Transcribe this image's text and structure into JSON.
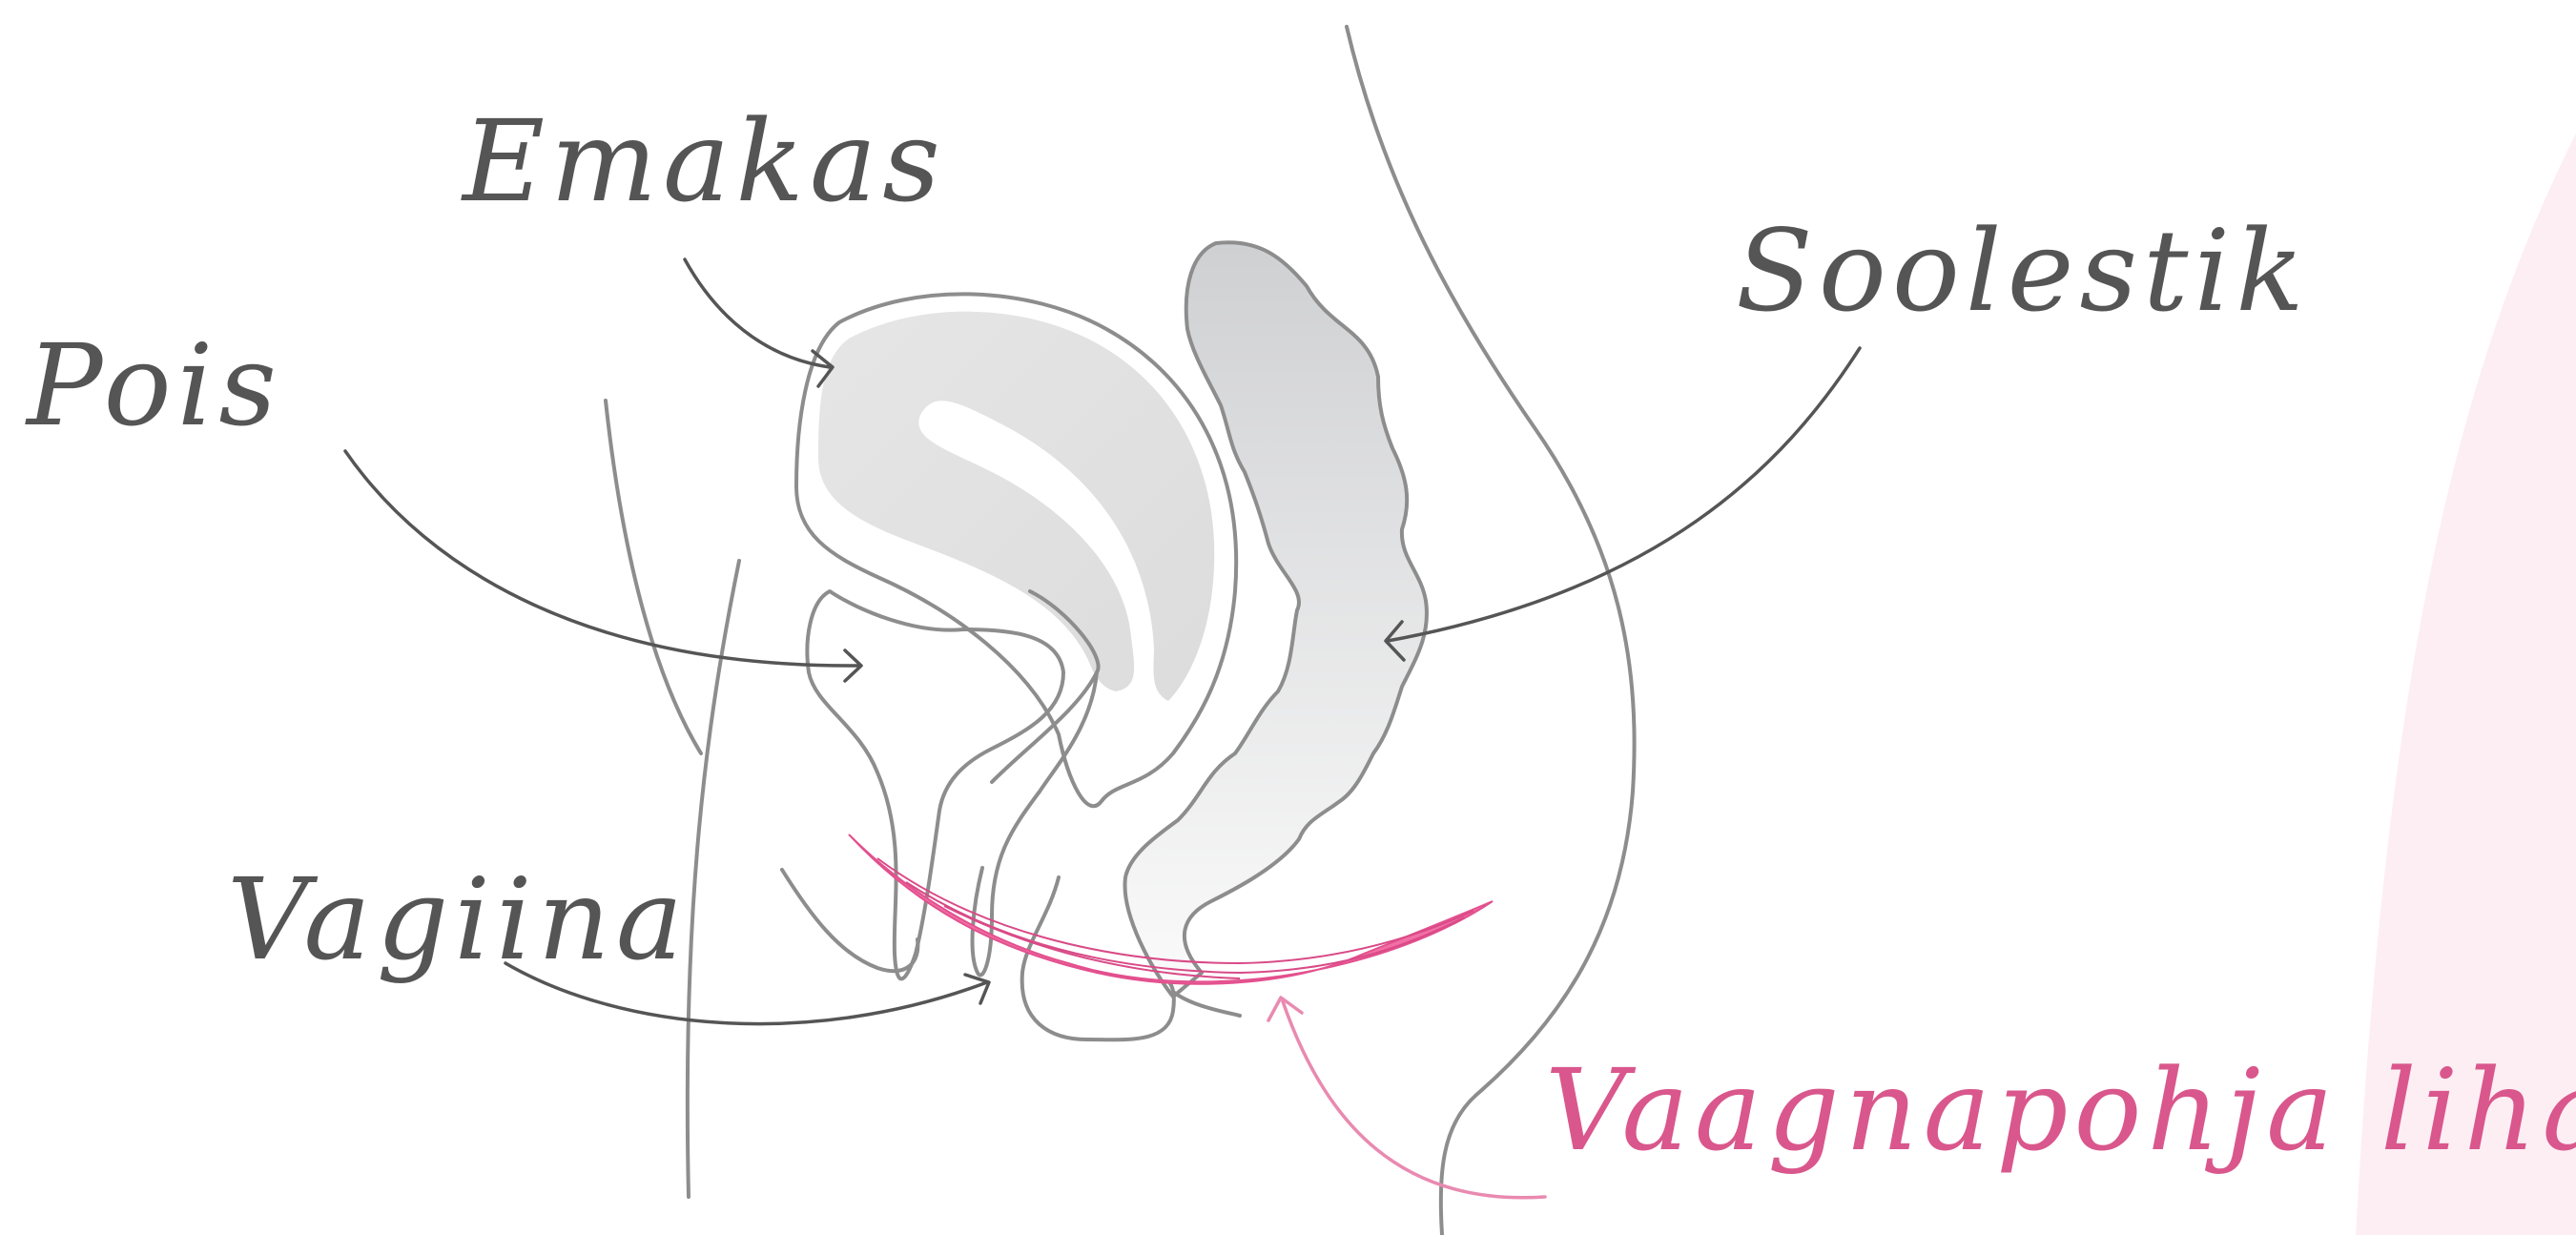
{
  "labels": {
    "emakas": "Emakas",
    "pois": "Pois",
    "soolestik": "Soolestik",
    "vagiina": "Vagiina",
    "vaagnapohja": "Vaagnapohja lihased"
  },
  "colors": {
    "background": "#ffffff",
    "outline": "#8d8d8d",
    "label": "#555555",
    "accent": "#f26fa5",
    "accent_label": "#d9578c",
    "accent_light": "#fdeef4",
    "organ_fill": "#e3e3e3"
  }
}
